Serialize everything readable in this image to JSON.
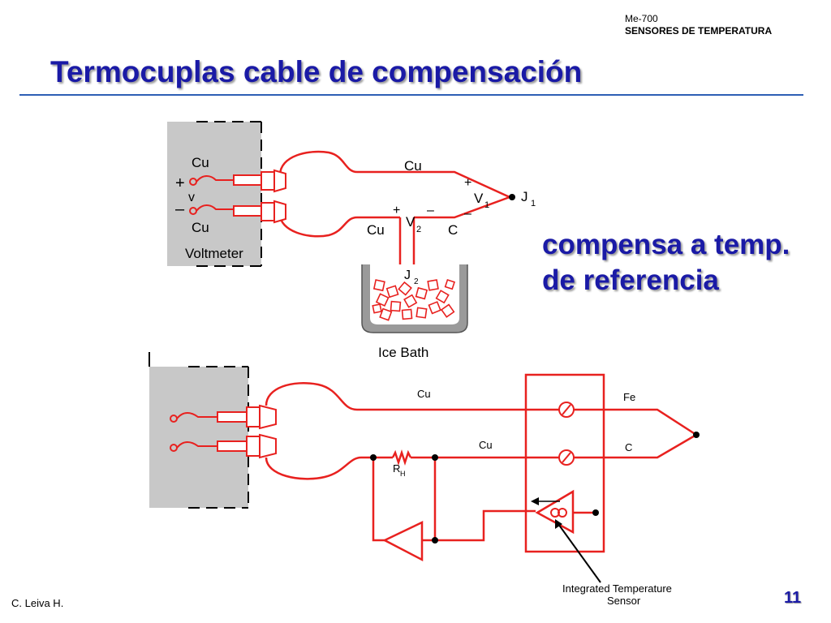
{
  "header": {
    "course_code": "Me-700",
    "course_name": "SENSORES DE TEMPERATURA"
  },
  "title": "Termocuplas cable de compensación",
  "note": {
    "line1": "compensa a temp.",
    "line2": "de referencia"
  },
  "footer": {
    "author": "C. Leiva H.",
    "page": "11"
  },
  "diagram_top": {
    "wire_top": "Cu",
    "wire_bottom": "Cu",
    "wire_c": "C",
    "v1": "V",
    "v1_sub": "1",
    "v2": "V",
    "v2_sub": "2",
    "j1": "J",
    "j1_sub": "1",
    "j2": "J",
    "j2_sub": "2",
    "plus": "+",
    "minus": "–",
    "voltmeter_cu_top": "Cu",
    "voltmeter_cu_bottom": "Cu",
    "voltmeter_v": "v",
    "voltmeter_label": "Voltmeter",
    "ice_bath_label": "Ice Bath"
  },
  "diagram_bottom": {
    "wire_top": "Cu",
    "wire_bottom": "Cu",
    "wire_fe": "Fe",
    "wire_c": "C",
    "resistor": "R",
    "resistor_sub": "H",
    "sensor_label_line1": "Integrated  Temperature",
    "sensor_label_line2": "Sensor"
  },
  "colors": {
    "wire": "#e8211f",
    "title": "#1a1aa6",
    "panel": "#c8c8c8"
  }
}
